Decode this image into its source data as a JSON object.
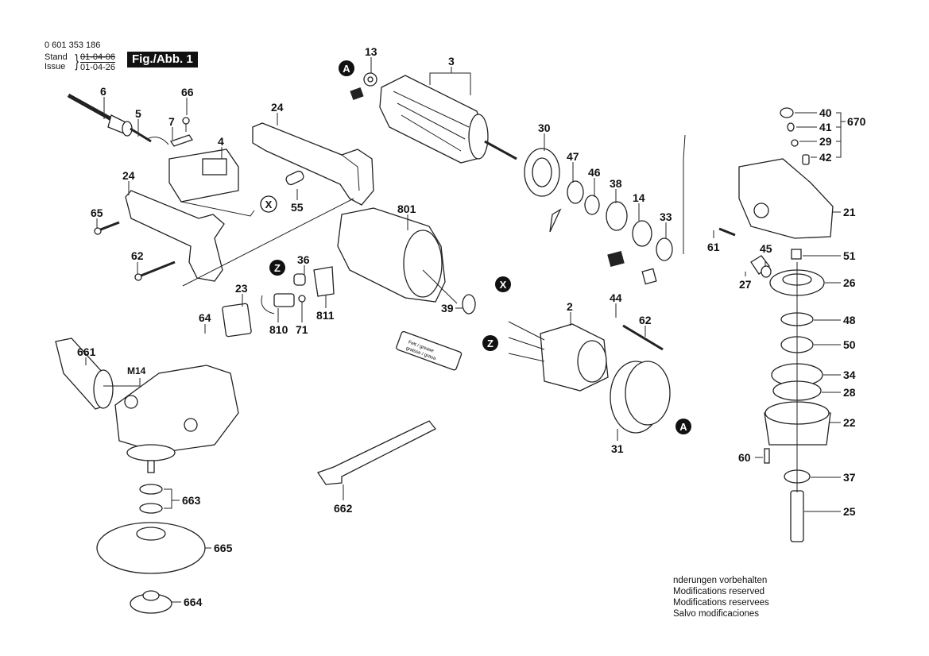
{
  "header": {
    "part_number": "0 601 353 186",
    "stand_label": "Stand",
    "issue_label": "Issue",
    "stand_date": "01-04-06",
    "issue_date": "01-04-26",
    "figure_label": "Fig./Abb. 1"
  },
  "notes": [
    "nderungen vorbehalten",
    "Modifications reserved",
    "Modifications reservees",
    "Salvo modificaciones"
  ],
  "grease_tube_text": [
    "Fett / grease",
    "graisse / grasa"
  ],
  "thread_label": "M14",
  "markers": [
    {
      "id": "A",
      "style": "filled"
    },
    {
      "id": "X",
      "style": "outline"
    },
    {
      "id": "Z",
      "style": "filled"
    }
  ],
  "callouts": [
    {
      "num": "13",
      "part": "ball-bearing"
    },
    {
      "num": "3",
      "part": "armature"
    },
    {
      "num": "6",
      "part": "power-cord"
    },
    {
      "num": "5",
      "part": "cord-sleeve"
    },
    {
      "num": "66",
      "part": "screw"
    },
    {
      "num": "7",
      "part": "cord-clamp"
    },
    {
      "num": "4",
      "part": "switch"
    },
    {
      "num": "24",
      "part": "handle-half-upper"
    },
    {
      "num": "24",
      "part": "handle-half-lower"
    },
    {
      "num": "55",
      "part": "slide-switch"
    },
    {
      "num": "65",
      "part": "screw"
    },
    {
      "num": "62",
      "part": "screw"
    },
    {
      "num": "801",
      "part": "motor-housing"
    },
    {
      "num": "23",
      "part": "cover"
    },
    {
      "num": "36",
      "part": "brush-holder"
    },
    {
      "num": "64",
      "part": "screw"
    },
    {
      "num": "810",
      "part": "interference-suppressor"
    },
    {
      "num": "71",
      "part": "screw"
    },
    {
      "num": "811",
      "part": "brush-plate"
    },
    {
      "num": "30",
      "part": "fan"
    },
    {
      "num": "47",
      "part": "retaining-ring"
    },
    {
      "num": "46",
      "part": "washer"
    },
    {
      "num": "38",
      "part": "bearing-ring"
    },
    {
      "num": "14",
      "part": "ball-bearing"
    },
    {
      "num": "33",
      "part": "ball-bearing"
    },
    {
      "num": "39",
      "part": "bearing"
    },
    {
      "num": "2",
      "part": "field"
    },
    {
      "num": "44",
      "part": "clip"
    },
    {
      "num": "62",
      "part": "screw"
    },
    {
      "num": "31",
      "part": "air-guide-ring"
    },
    {
      "num": "40",
      "part": "spindle-lock-button"
    },
    {
      "num": "41",
      "part": "spring"
    },
    {
      "num": "29",
      "part": "o-ring"
    },
    {
      "num": "42",
      "part": "lock-pin"
    },
    {
      "num": "670",
      "part": "spindle-lock-set"
    },
    {
      "num": "21",
      "part": "gear-housing"
    },
    {
      "num": "61",
      "part": "screw"
    },
    {
      "num": "45",
      "part": "needle-bearing"
    },
    {
      "num": "27",
      "part": "pinion"
    },
    {
      "num": "51",
      "part": "needle-sleeve"
    },
    {
      "num": "26",
      "part": "crown-gear"
    },
    {
      "num": "48",
      "part": "retaining-ring"
    },
    {
      "num": "50",
      "part": "ball-bearing"
    },
    {
      "num": "34",
      "part": "spring-ring"
    },
    {
      "num": "28",
      "part": "o-ring"
    },
    {
      "num": "22",
      "part": "bearing-flange"
    },
    {
      "num": "60",
      "part": "screw"
    },
    {
      "num": "37",
      "part": "shaft-seal"
    },
    {
      "num": "25",
      "part": "spindle"
    },
    {
      "num": "661",
      "part": "auxiliary-handle"
    },
    {
      "num": "663",
      "part": "washer-set"
    },
    {
      "num": "665",
      "part": "backing-pad"
    },
    {
      "num": "664",
      "part": "clamping-nut"
    },
    {
      "num": "662",
      "part": "two-pin-spanner"
    }
  ]
}
